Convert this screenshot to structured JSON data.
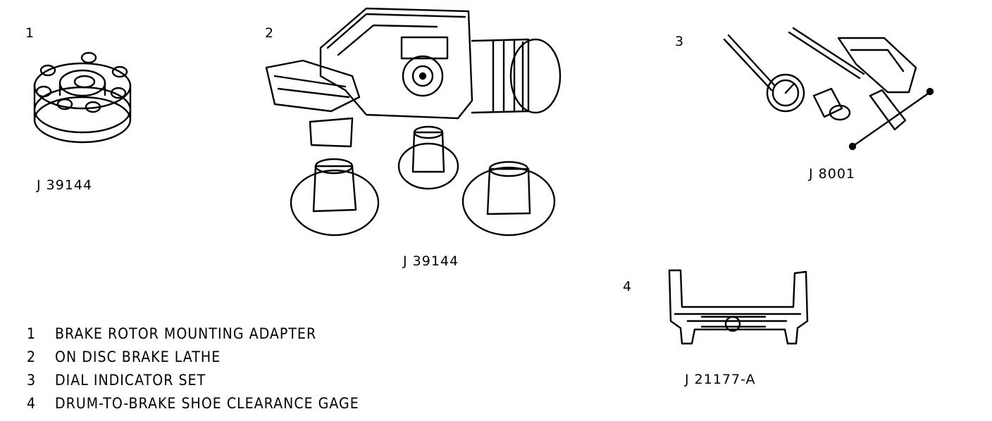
{
  "tools": [
    {
      "number": "1",
      "part_number": "J 39144"
    },
    {
      "number": "2",
      "part_number": "J 39144"
    },
    {
      "number": "3",
      "part_number": "J 8001"
    },
    {
      "number": "4",
      "part_number": "J 21177-A"
    }
  ],
  "legend": [
    {
      "number": "1",
      "text": "BRAKE ROTOR MOUNTING ADAPTER"
    },
    {
      "number": "2",
      "text": "ON DISC BRAKE LATHE"
    },
    {
      "number": "3",
      "text": "DIAL INDICATOR SET"
    },
    {
      "number": "4",
      "text": "DRUM-TO-BRAKE SHOE CLEARANCE GAGE"
    }
  ]
}
